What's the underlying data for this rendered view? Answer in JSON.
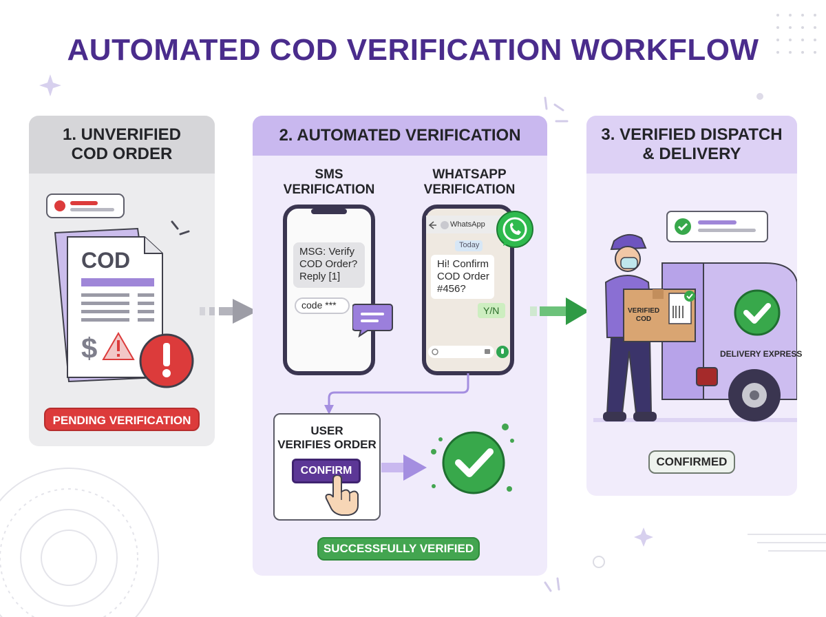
{
  "title": "AUTOMATED COD VERIFICATION WORKFLOW",
  "steps": [
    {
      "heading": "1. UNVERIFIED\nCOD ORDER",
      "doc_label": "COD",
      "status": "PENDING VERIFICATION"
    },
    {
      "heading": "2. AUTOMATED VERIFICATION",
      "sms": {
        "label": "SMS\nVERIFICATION",
        "message": "MSG: Verify\nCOD Order?\nReply [1]",
        "code_field": "code ***"
      },
      "whatsapp": {
        "label": "WHATSAPP\nVERIFICATION",
        "app_name": "WhatsApp",
        "day_tag": "Today",
        "message": "Hi! Confirm\nCOD Order\n#456?",
        "reply": "Y/N"
      },
      "user_step": {
        "label": "USER\nVERIFIES ORDER",
        "button": "CONFIRM"
      },
      "status": "SUCCESSFULLY VERIFIED"
    },
    {
      "heading": "3. VERIFIED DISPATCH\n& DELIVERY",
      "package_label": "VERIFIED\nCOD",
      "van_label": "DELIVERY EXPRESS",
      "status": "CONFIRMED"
    }
  ],
  "colors": {
    "brand_purple": "#4a2c8c",
    "pending_red": "#dc3b3b",
    "success_green": "#43a550",
    "panel1_bg": "#ececee",
    "panel2_bg": "#f0ebfb",
    "panel3_bg": "#f1ecfb"
  }
}
